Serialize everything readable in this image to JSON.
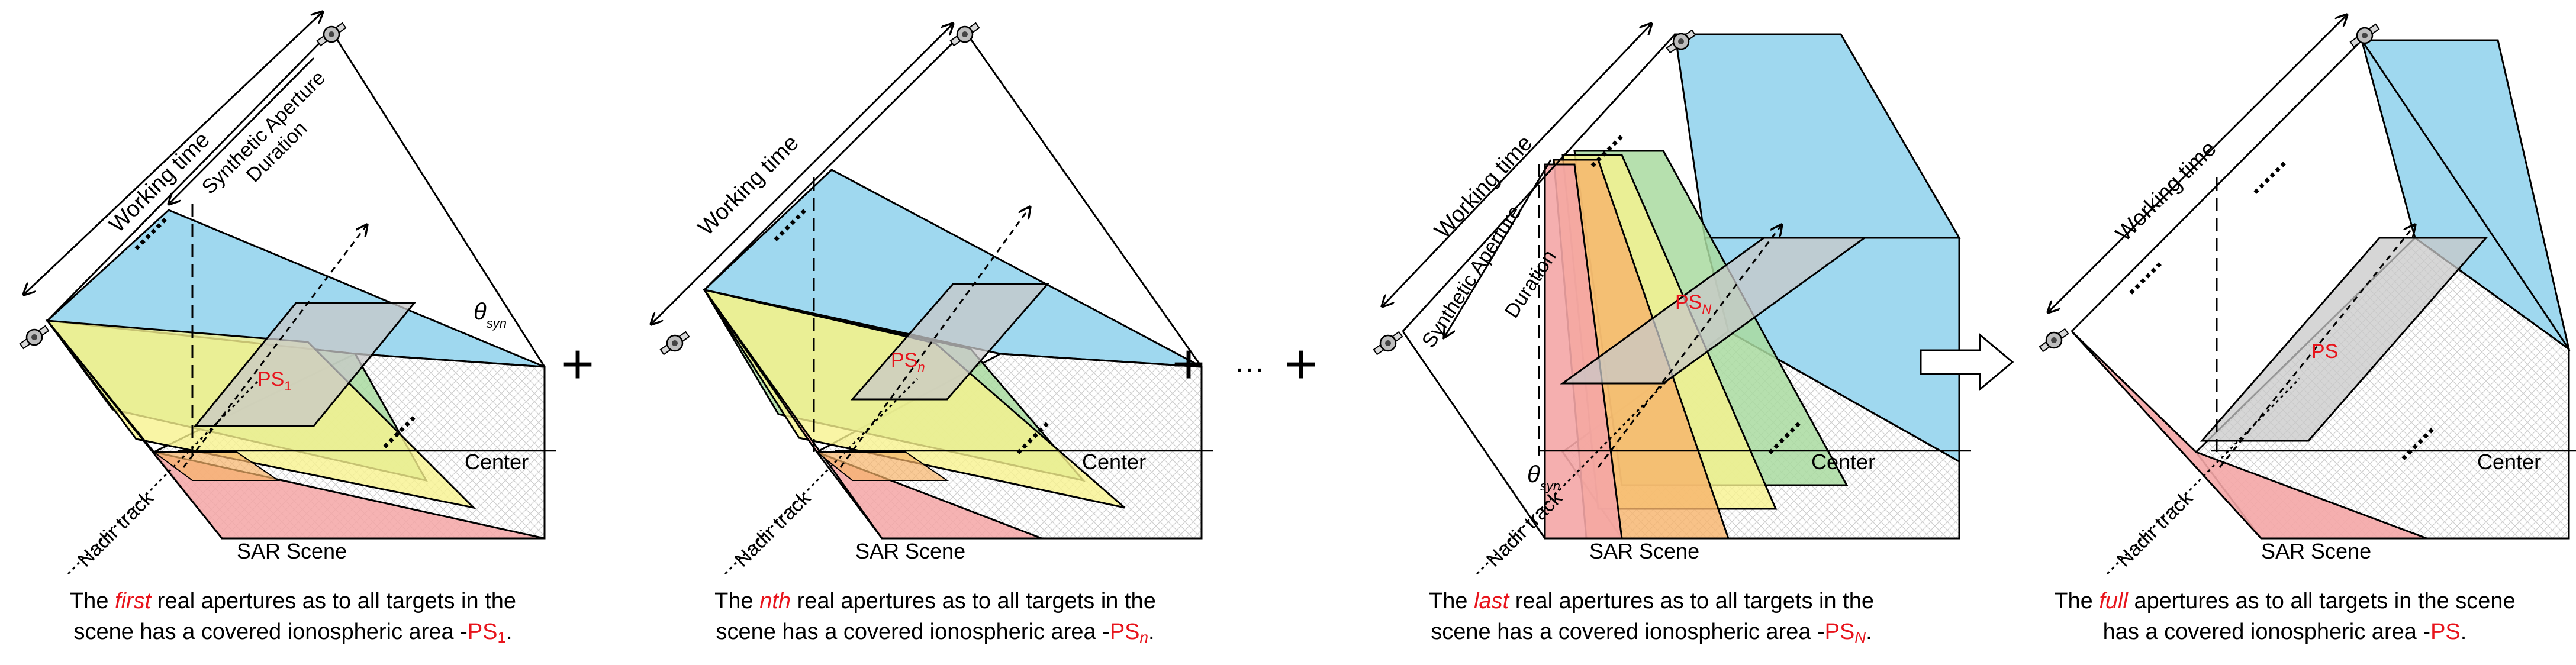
{
  "labels": {
    "working_time": "Working time",
    "synthetic_aperture": "Synthetic Aperture",
    "duration": "Duration",
    "theta": "θ",
    "theta_sub": "syn",
    "nadir_track": "Nadir track",
    "sar_scene": "SAR Scene",
    "center": "Center",
    "dots": "......",
    "ps": "PS",
    "ps_1_sub": "1",
    "ps_n_sub": "n",
    "ps_N_sub": "N"
  },
  "operators": {
    "plus": "+",
    "ellipsis": "···",
    "arrow": "⇨"
  },
  "captions": [
    {
      "pre": "The ",
      "em": "first",
      "post": " real apertures as to all targets in the",
      "line2": "scene has a covered ionospheric area -",
      "ps": "PS",
      "sub": "1",
      "end": "."
    },
    {
      "pre": "The ",
      "em": "nth",
      "post": " real apertures as to all targets in the",
      "line2": "scene has a covered ionospheric area -",
      "ps": "PS",
      "sub": "n",
      "end": "."
    },
    {
      "pre": "The ",
      "em": "last",
      "post": " real apertures as to all targets in the",
      "line2": "scene has a covered ionospheric area -",
      "ps": "PS",
      "sub": "N",
      "end": "."
    },
    {
      "pre": "The ",
      "em": "full",
      "post": " apertures as to all targets in the scene",
      "line2": "has a covered ionospheric area -",
      "ps": "PS",
      "sub": "",
      "end": "."
    }
  ],
  "colors": {
    "red_beam": "#f4a6a6",
    "yellow_beam": "#f7f28f",
    "green_beam": "#a9dba0",
    "blue_beam": "#9fd8ef",
    "orange_overlap": "#f6b36a",
    "ps_gray": "#c8c8c8",
    "label_red": "#e8141c"
  }
}
